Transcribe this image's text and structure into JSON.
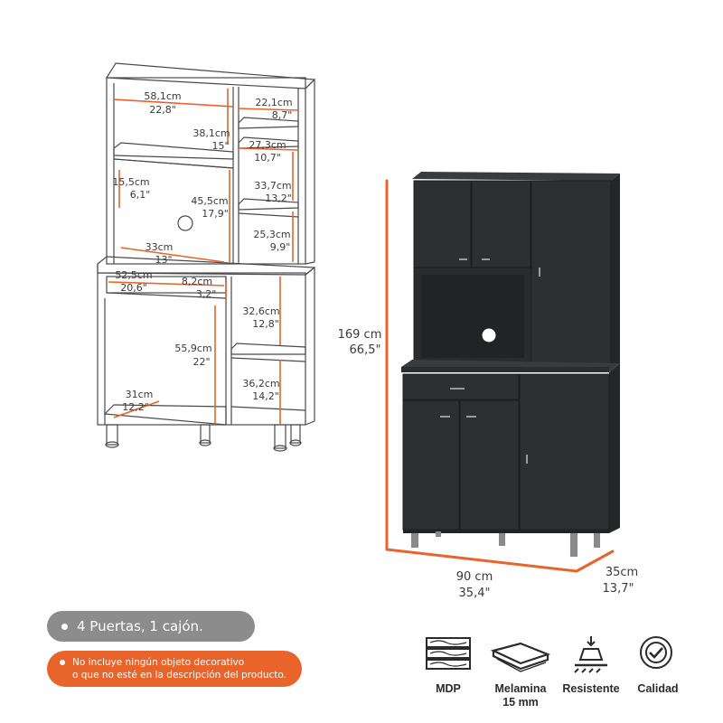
{
  "colors": {
    "accent": "#e8642a",
    "cabinet": "#2e2f31",
    "line": "#4a4a4a",
    "pill_gray": "#8c8c8c"
  },
  "diagram": {
    "labels": [
      {
        "cm": "58,1cm",
        "in": "22,8\""
      },
      {
        "cm": "22,1cm",
        "in": "8,7\""
      },
      {
        "cm": "38,1cm",
        "in": "15\""
      },
      {
        "cm": "27,3cm",
        "in": "10,7\""
      },
      {
        "cm": "15,5cm",
        "in": "6,1\""
      },
      {
        "cm": "33,7cm",
        "in": "13,2\""
      },
      {
        "cm": "45,5cm",
        "in": "17,9\""
      },
      {
        "cm": "25,3cm",
        "in": "9,9\""
      },
      {
        "cm": "33cm",
        "in": "13\""
      },
      {
        "cm": "52,5cm",
        "in": "20,6\""
      },
      {
        "cm": "8,2cm",
        "in": "3,2\""
      },
      {
        "cm": "32,6cm",
        "in": "12,8\""
      },
      {
        "cm": "55,9cm",
        "in": "22\""
      },
      {
        "cm": "36,2cm",
        "in": "14,2\""
      },
      {
        "cm": "31cm",
        "in": "12,2\""
      }
    ]
  },
  "overall": {
    "height": {
      "cm": "169 cm",
      "in": "66,5\""
    },
    "width": {
      "cm": "90 cm",
      "in": "35,4\""
    },
    "depth": {
      "cm": "35cm",
      "in": "13,7\""
    }
  },
  "features_pill": "4 Puertas, 1 cajón.",
  "note": {
    "line1": "No incluye ningún objeto decorativo",
    "line2": "o que no esté en la descripción del producto."
  },
  "features": [
    {
      "icon": "mdp-board-icon",
      "label1": "MDP",
      "label2": ""
    },
    {
      "icon": "melamine-sheet-icon",
      "label1": "Melamina",
      "label2": "15 mm"
    },
    {
      "icon": "weight-resistant-icon",
      "label1": "Resistente",
      "label2": ""
    },
    {
      "icon": "quality-check-icon",
      "label1": "Calidad",
      "label2": ""
    }
  ]
}
